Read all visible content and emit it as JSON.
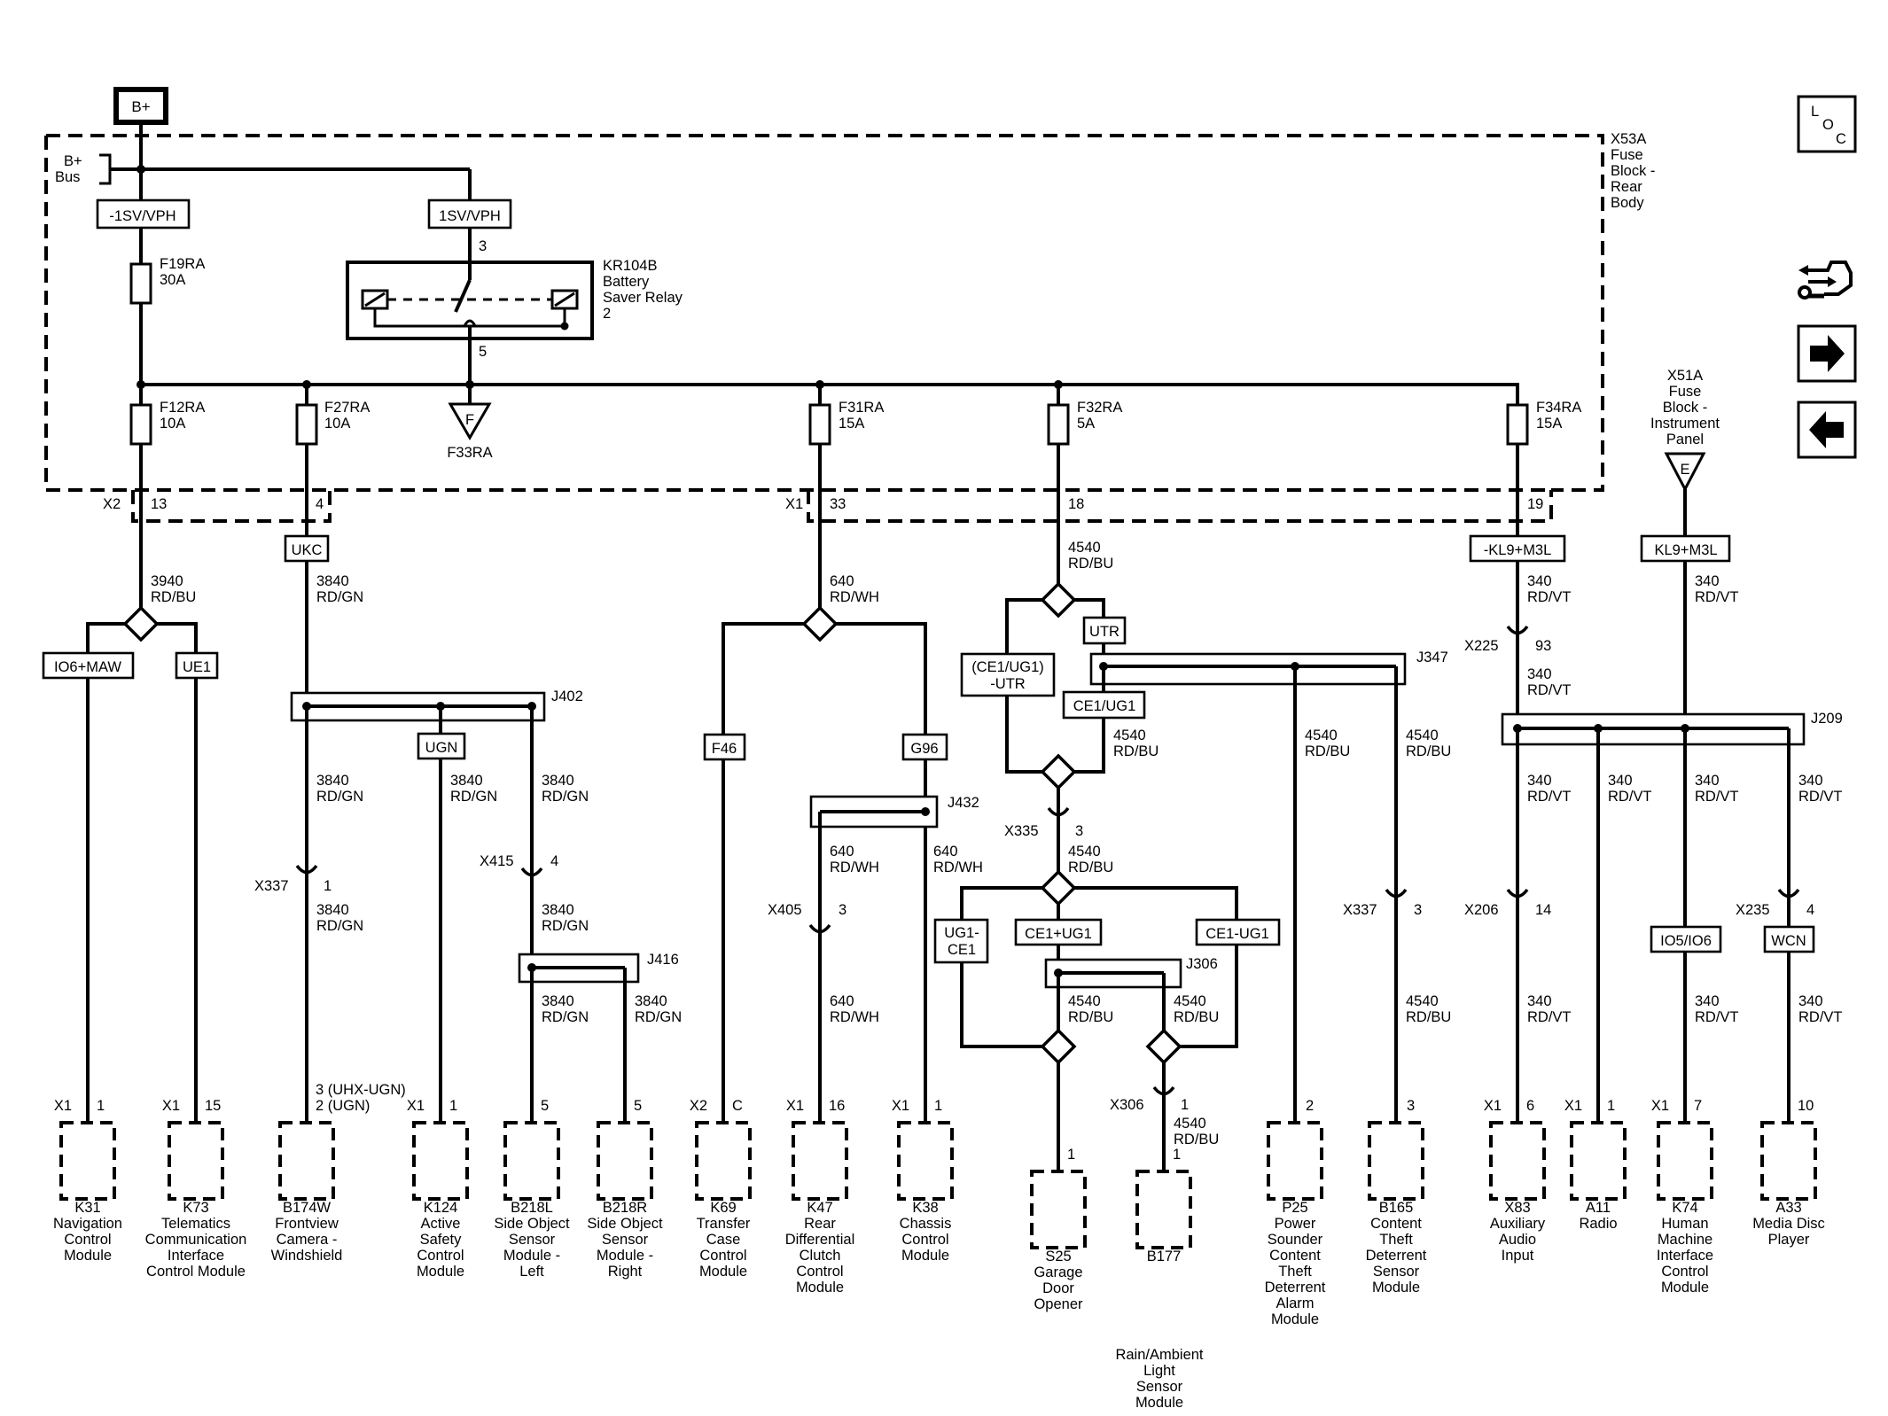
{
  "top_source": "B+",
  "nav_icons": {
    "locator": "locator-icon",
    "locator_letters": [
      "L",
      "O",
      "C"
    ],
    "connector_view": "connector-view-icon",
    "next_page": "arrow-right-icon",
    "previous_page": "arrow-left-icon"
  },
  "fuse_block_rear": {
    "id": "X53A",
    "name": [
      "Fuse",
      "Block -",
      "Rear",
      "Body"
    ]
  },
  "fuse_block_ip": {
    "id": "X51A",
    "name": [
      "Fuse",
      "Block -",
      "Instrument",
      "Panel"
    ],
    "feed": "E"
  },
  "bus": [
    "B+",
    "Bus"
  ],
  "relay": {
    "id": "KR104B",
    "name": [
      "Battery",
      "Saver Relay",
      "2"
    ],
    "pin_in": "3",
    "pin_out": "5"
  },
  "options": {
    "minus_1sv": "-1SV/VPH",
    "plus_1sv": "1SV/VPH",
    "ukc": "UKC",
    "io6_maw": "IO6+MAW",
    "ue1": "UE1",
    "ugn": "UGN",
    "f46": "F46",
    "g96": "G96",
    "utr": "UTR",
    "ce1_ug1_utr": [
      "(CE1/UG1)",
      "-UTR"
    ],
    "ce1_ug1": "CE1/UG1",
    "ug1_ce1": [
      "UG1-",
      "CE1"
    ],
    "ce1_plus_ug1": "CE1+UG1",
    "ce1_minus_ug1": "CE1-UG1",
    "minus_kl9": "-KL9+M3L",
    "kl9": "KL9+M3L",
    "io5_io6": "IO5/IO6",
    "wcn": "WCN"
  },
  "fuses": {
    "f19": [
      "F19RA",
      "30A"
    ],
    "f12": [
      "F12RA",
      "10A"
    ],
    "f27": [
      "F27RA",
      "10A"
    ],
    "f33": [
      "F",
      "F33RA"
    ],
    "f31": [
      "F31RA",
      "15A"
    ],
    "f32": [
      "F32RA",
      "5A"
    ],
    "f34": [
      "F34RA",
      "15A"
    ]
  },
  "block_pins": {
    "x2": "X2",
    "x2_13": "13",
    "x2_4": "4",
    "x1": "X1",
    "x1_33": "33",
    "x1_18": "18",
    "x1_19": "19"
  },
  "wires": {
    "w3940": [
      "3940",
      "RD/BU"
    ],
    "w3840": [
      "3840",
      "RD/GN"
    ],
    "w640": [
      "640",
      "RD/WH"
    ],
    "w4540": [
      "4540",
      "RD/BU"
    ],
    "w340": [
      "340",
      "RD/VT"
    ]
  },
  "splices": {
    "j402": "J402",
    "j416": "J416",
    "j432": "J432",
    "j347": "J347",
    "j306": "J306",
    "j209": "J209"
  },
  "inline_connectors": {
    "x337a": [
      "X337",
      "1"
    ],
    "x415": [
      "X415",
      "4"
    ],
    "x405": [
      "X405",
      "3"
    ],
    "x335": [
      "X335",
      "3"
    ],
    "x337b": [
      "X337",
      "3"
    ],
    "x306": [
      "X306",
      "1"
    ],
    "x225": [
      "X225",
      "93"
    ],
    "x206": [
      "X206",
      "14"
    ],
    "x235": [
      "X235",
      "4"
    ]
  },
  "components": [
    {
      "conn": "X1",
      "pin": "1",
      "id": "K31",
      "name": [
        "Navigation",
        "Control",
        "Module"
      ]
    },
    {
      "conn": "X1",
      "pin": "15",
      "id": "K73",
      "name": [
        "Telematics",
        "Communication",
        "Interface",
        "Control Module"
      ]
    },
    {
      "conn": "",
      "pin": "3 (UHX-UGN)",
      "pin2": "2 (UGN)",
      "id": "B174W",
      "name": [
        "Frontview",
        "Camera -",
        "Windshield"
      ]
    },
    {
      "conn": "X1",
      "pin": "1",
      "id": "K124",
      "name": [
        "Active",
        "Safety",
        "Control",
        "Module"
      ]
    },
    {
      "conn": "",
      "pin": "5",
      "id": "B218L",
      "name": [
        "Side Object",
        "Sensor",
        "Module -",
        "Left"
      ]
    },
    {
      "conn": "",
      "pin": "5",
      "id": "B218R",
      "name": [
        "Side Object",
        "Sensor",
        "Module -",
        "Right"
      ]
    },
    {
      "conn": "X2",
      "pin": "C",
      "id": "K69",
      "name": [
        "Transfer",
        "Case",
        "Control",
        "Module"
      ]
    },
    {
      "conn": "X1",
      "pin": "16",
      "id": "K47",
      "name": [
        "Rear",
        "Differential",
        "Clutch",
        "Control",
        "Module"
      ]
    },
    {
      "conn": "X1",
      "pin": "1",
      "id": "K38",
      "name": [
        "Chassis",
        "Control",
        "Module"
      ]
    },
    {
      "conn": "",
      "pin": "1",
      "id": "S25",
      "name": [
        "Garage",
        "Door",
        "Opener"
      ]
    },
    {
      "conn": "",
      "pin": "1",
      "id": "B177",
      "name": [
        "Rain/Ambient",
        "Light",
        "Sensor",
        "Module"
      ]
    },
    {
      "conn": "",
      "pin": "2",
      "id": "P25",
      "name": [
        "Power",
        "Sounder",
        "Content",
        "Theft",
        "Deterrent",
        "Alarm",
        "Module"
      ]
    },
    {
      "conn": "",
      "pin": "3",
      "id": "B165",
      "name": [
        "Content",
        "Theft",
        "Deterrent",
        "Sensor",
        "Module"
      ]
    },
    {
      "conn": "X1",
      "pin": "6",
      "id": "X83",
      "name": [
        "Auxiliary",
        "Audio",
        "Input"
      ]
    },
    {
      "conn": "X1",
      "pin": "1",
      "id": "A11",
      "name": [
        "Radio"
      ]
    },
    {
      "conn": "X1",
      "pin": "7",
      "id": "K74",
      "name": [
        "Human",
        "Machine",
        "Interface",
        "Control",
        "Module"
      ]
    },
    {
      "conn": "",
      "pin": "10",
      "id": "A33",
      "name": [
        "Media Disc",
        "Player"
      ]
    }
  ]
}
